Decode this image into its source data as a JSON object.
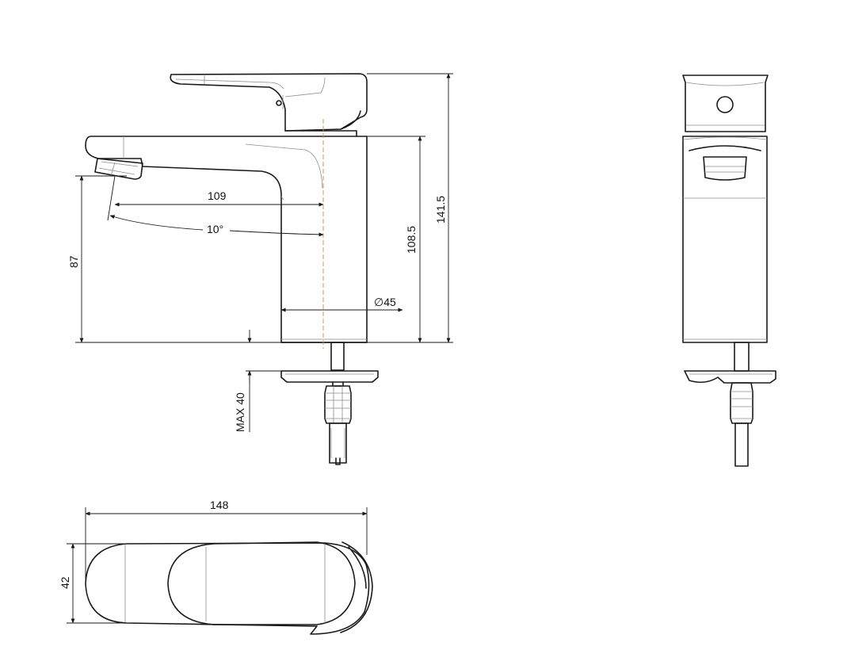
{
  "drawing": {
    "dims": {
      "spout_reach": "109",
      "spout_angle": "10°",
      "spout_height": "87",
      "body_height": "108.5",
      "total_height": "141.5",
      "body_diameter": "∅45",
      "max_deck": "MAX 40",
      "length": "148",
      "width": "42"
    }
  }
}
